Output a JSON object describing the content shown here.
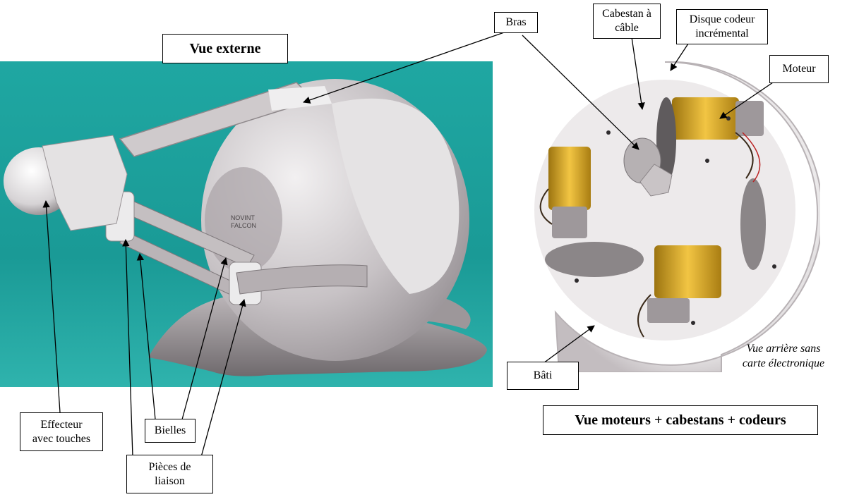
{
  "titles": {
    "external_view": "Vue externe",
    "motor_view": "Vue moteurs + cabestans + codeurs"
  },
  "labels": {
    "bras": "Bras",
    "cabestan": "Cabestan à\ncâble",
    "disque": "Disque codeur\nincrémental",
    "moteur": "Moteur",
    "bati": "Bâti",
    "effecteur": "Effecteur\navec touches",
    "bielles": "Bielles",
    "pieces": "Pièces de\nliaison"
  },
  "captions": {
    "rear_view": "Vue arrière sans\ncarte électronique"
  },
  "device_logo_text": "NOVINT\nFALCON",
  "colors": {
    "teal_background": "#1a9a96",
    "silver_body": "#c9c4c6",
    "motor_gold": "#d8a31e",
    "housing": "#e8e4e5"
  }
}
